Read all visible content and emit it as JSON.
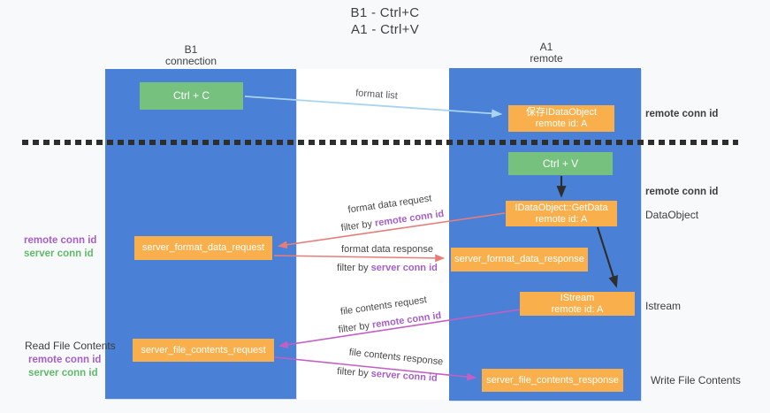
{
  "title": {
    "line1": "B1 - Ctrl+C",
    "line2": "A1 - Ctrl+V"
  },
  "columns": {
    "left": {
      "name": "B1",
      "role": "connection"
    },
    "right": {
      "name": "A1",
      "role": "remote"
    }
  },
  "nodes": {
    "ctrl_c": "Ctrl + C",
    "ctrl_v": "Ctrl + V",
    "save_idataobject": {
      "line1": "保存IDataObject",
      "line2": "remote id: A"
    },
    "getdata": {
      "line1": "IDataObject::GetData",
      "line2": "remote id: A"
    },
    "istream": {
      "line1": "IStream",
      "line2": "remote id: A"
    },
    "server_format_data_request": "server_format_data_request",
    "server_format_data_response": "server_format_data_response",
    "server_file_contents_request": "server_file_contents_request",
    "server_file_contents_response": "server_file_contents_response"
  },
  "flow_labels": {
    "format_list": "format list",
    "format_data_request": "format data request",
    "format_data_response": "format data response",
    "file_contents_request": "file contents request",
    "file_contents_response": "file contents response",
    "filter_by": "filter by",
    "remote_conn_id": "remote conn id",
    "server_conn_id": "server conn id"
  },
  "annotations": {
    "right_remote_conn_id_top": "remote conn id",
    "right_remote_conn_id_mid": "remote conn id",
    "dataobject": "DataObject",
    "istream": "Istream",
    "write_file_contents": "Write File Contents",
    "left_remote_conn_id_mid": "remote conn id",
    "left_server_conn_id_mid": "server conn id",
    "read_file_contents": "Read File Contents",
    "left_remote_conn_id_bottom": "remote conn id",
    "left_server_conn_id_bottom": "server conn id"
  },
  "colors": {
    "column_blue": "#4a80d5",
    "box_green": "#77c17e",
    "box_orange": "#f9b04c",
    "arrow_light_blue": "#a8d4f2",
    "arrow_red": "#e87c78",
    "arrow_magenta": "#c45fc4",
    "arrow_black": "#2e2e2e",
    "text_purple": "#a55fc8",
    "text_green": "#5fbb6a"
  }
}
